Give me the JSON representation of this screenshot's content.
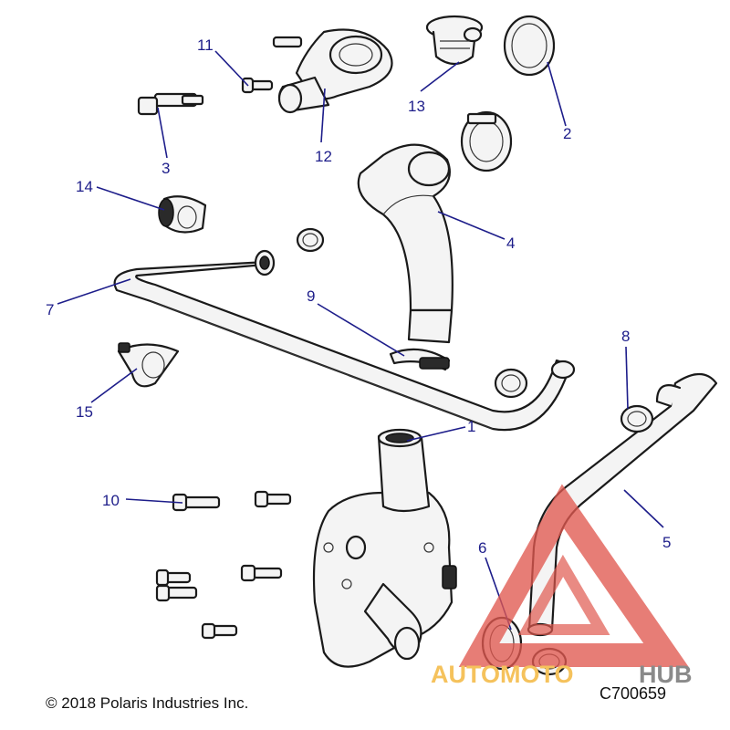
{
  "callouts": [
    {
      "id": "1",
      "label": "1"
    },
    {
      "id": "2",
      "label": "2"
    },
    {
      "id": "3",
      "label": "3"
    },
    {
      "id": "4",
      "label": "4"
    },
    {
      "id": "5",
      "label": "5"
    },
    {
      "id": "6",
      "label": "6"
    },
    {
      "id": "7",
      "label": "7"
    },
    {
      "id": "8",
      "label": "8"
    },
    {
      "id": "9",
      "label": "9"
    },
    {
      "id": "10",
      "label": "10"
    },
    {
      "id": "11",
      "label": "11"
    },
    {
      "id": "12",
      "label": "12"
    },
    {
      "id": "13",
      "label": "13"
    },
    {
      "id": "14",
      "label": "14"
    },
    {
      "id": "15",
      "label": "15"
    }
  ],
  "footer": {
    "copyright": "© 2018 Polaris Industries Inc.",
    "drawing_code": "C700659"
  },
  "watermark": {
    "part1": "AUTOMOTO",
    "part2": "HUB",
    "color_triangle": "#e0584f",
    "color_part1": "#f5c25c",
    "color_part2": "#8a8a8a"
  },
  "colors": {
    "callout": "#1d1d8a",
    "line_art": "#1a1a1a"
  }
}
